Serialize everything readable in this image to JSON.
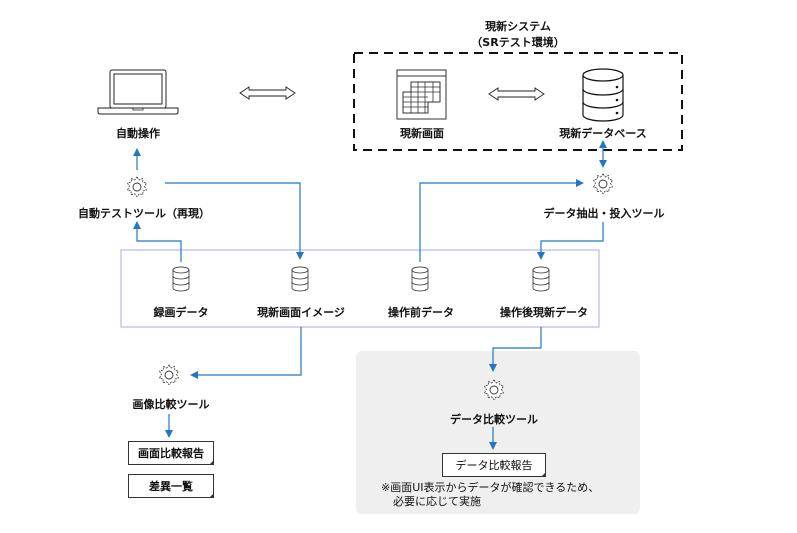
{
  "title": {
    "line1": "現新システム",
    "line2": "（SRテスト環境）"
  },
  "nodes": {
    "auto_operation": "自動操作",
    "auto_test_tool": "自動テストツール（再現）",
    "current_screen": "現新画面",
    "current_database": "現新データベース",
    "data_extract_tool": "データ抽出・投入ツール",
    "recorded_data": "録画データ",
    "current_screen_image": "現新画面イメージ",
    "pre_operation_data": "操作前データ",
    "post_operation_data": "操作後現新データ",
    "image_compare_tool": "画像比較ツール",
    "screen_compare_report": "画面比較報告",
    "diff_list": "差異一覧",
    "data_compare_tool": "データ比較ツール",
    "data_compare_report": "データ比較報告"
  },
  "note": {
    "line1": "※画面UI表示からデータが確認できるため、",
    "line2": "必要に応じて実施"
  },
  "colors": {
    "arrow": "#1f78c1",
    "dataframe": "#b9b7f0",
    "optional_bg": "#efefef",
    "dashed_border": "#111111"
  },
  "icons": {
    "laptop": "laptop-icon",
    "gear": "gear-icon",
    "database": "database-icon",
    "screen": "screen-grid-icon",
    "double_arrow": "double-arrow-icon"
  }
}
